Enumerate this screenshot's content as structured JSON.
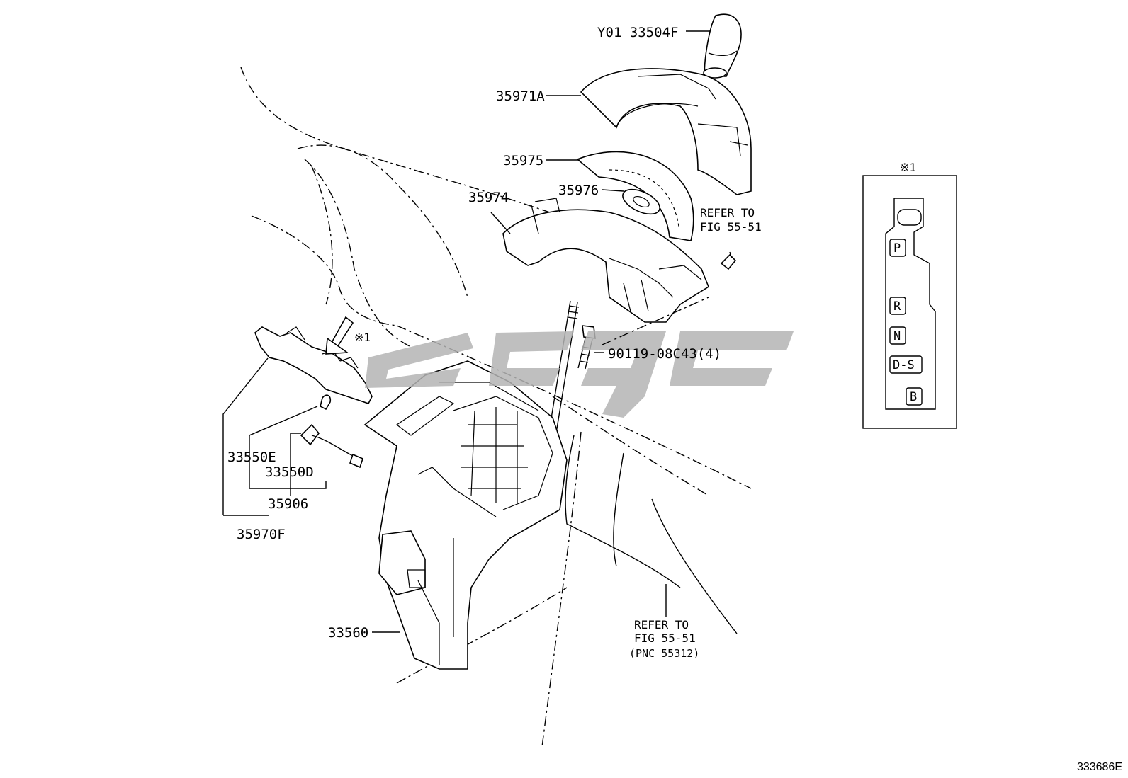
{
  "figure_number": "333686E",
  "labels": {
    "knob": "Y01 33504F",
    "p35971a": "35971A",
    "p35975": "35975",
    "p35976": "35976",
    "p35974": "35974",
    "bolt": "90119-08C43(4)",
    "p33550e": "33550E",
    "p33550d": "33550D",
    "p35906": "35906",
    "p35970f": "35970F",
    "p33560": "33560",
    "mark_arrow": "※1"
  },
  "refer_top": {
    "line1": "REFER TO",
    "line2": "FIG 55-51"
  },
  "refer_bottom": {
    "line1": "REFER TO",
    "line2": "FIG 55-51",
    "line3": "(PNC 55312)"
  },
  "inset": {
    "title": "※1",
    "positions": [
      "P",
      "R",
      "N",
      "D-S",
      "B"
    ]
  },
  "colors": {
    "line": "#000000",
    "watermark": "#b4b4b4",
    "background": "#ffffff"
  }
}
